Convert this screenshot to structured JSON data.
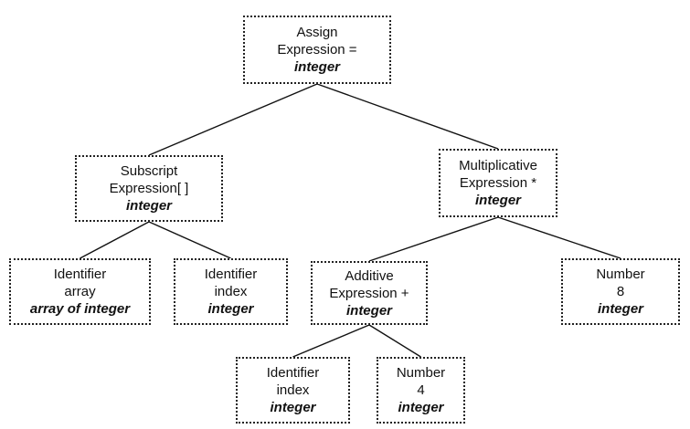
{
  "nodes": {
    "assign": {
      "lines": [
        "Assign",
        "Expression ="
      ],
      "type": "integer"
    },
    "subscript": {
      "lines": [
        "Subscript",
        "Expression[ ]"
      ],
      "type": "integer"
    },
    "multiplicative": {
      "lines": [
        "Multiplicative",
        "Expression *"
      ],
      "type": "integer"
    },
    "ident_array": {
      "lines": [
        "Identifier",
        "array"
      ],
      "type": "array of integer"
    },
    "ident_index": {
      "lines": [
        "Identifier",
        "index"
      ],
      "type": "integer"
    },
    "additive": {
      "lines": [
        "Additive",
        "Expression +"
      ],
      "type": "integer"
    },
    "number_8": {
      "lines": [
        "Number",
        "8"
      ],
      "type": "integer"
    },
    "ident_index_2": {
      "lines": [
        "Identifier",
        "index"
      ],
      "type": "integer"
    },
    "number_4": {
      "lines": [
        "Number",
        "4"
      ],
      "type": "integer"
    }
  },
  "edges": [
    [
      "assign",
      "subscript"
    ],
    [
      "assign",
      "multiplicative"
    ],
    [
      "subscript",
      "ident_array"
    ],
    [
      "subscript",
      "ident_index"
    ],
    [
      "multiplicative",
      "additive"
    ],
    [
      "multiplicative",
      "number_8"
    ],
    [
      "additive",
      "ident_index_2"
    ],
    [
      "additive",
      "number_4"
    ]
  ],
  "colors": {
    "line": "#111111",
    "border": "#222222"
  }
}
